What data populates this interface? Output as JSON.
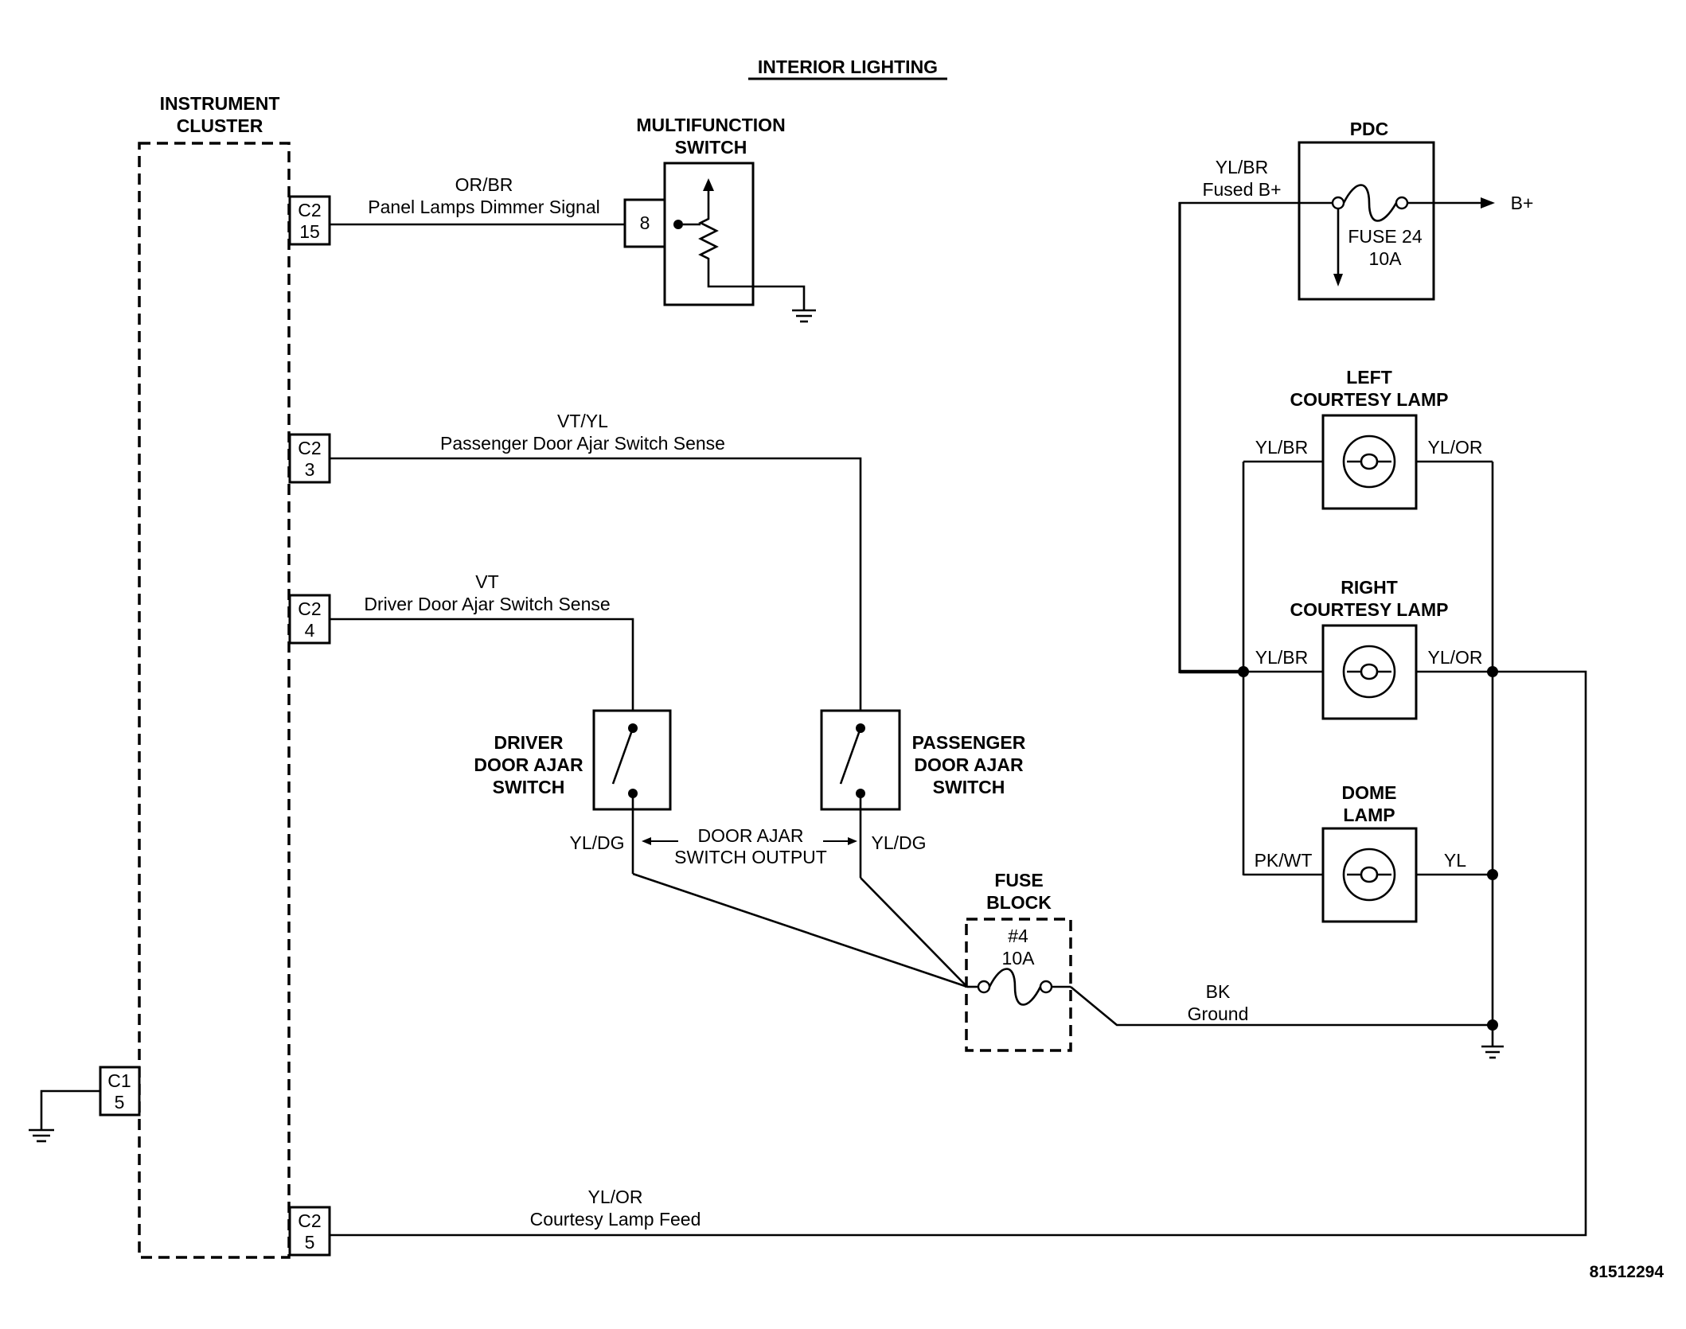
{
  "title": "INTERIOR LIGHTING",
  "diagram_id": "81512294",
  "instrument_cluster": {
    "line1": "INSTRUMENT",
    "line2": "CLUSTER"
  },
  "connectors": {
    "c2_15": {
      "conn": "C2",
      "pin": "15"
    },
    "c2_3": {
      "conn": "C2",
      "pin": "3"
    },
    "c2_4": {
      "conn": "C2",
      "pin": "4"
    },
    "c2_5": {
      "conn": "C2",
      "pin": "5"
    },
    "c1_5": {
      "conn": "C1",
      "pin": "5"
    }
  },
  "wires": {
    "dimmer": {
      "color": "OR/BR",
      "name": "Panel Lamps Dimmer Signal"
    },
    "passenger_sense": {
      "color": "VT/YL",
      "name": "Passenger Door Ajar Switch Sense"
    },
    "driver_sense": {
      "color": "VT",
      "name": "Driver Door Ajar Switch Sense"
    },
    "courtesy_feed": {
      "color": "YL/OR",
      "name": "Courtesy Lamp Feed"
    },
    "fused_b": {
      "color": "YL/BR",
      "name": "Fused B+"
    },
    "ground": {
      "color": "BK",
      "name": "Ground"
    },
    "driver_output_color": "YL/DG",
    "passenger_output_color": "YL/DG",
    "switch_output": {
      "line1": "DOOR AJAR",
      "line2": "SWITCH OUTPUT"
    }
  },
  "multifunction_switch": {
    "line1": "MULTIFUNCTION",
    "line2": "SWITCH",
    "pin": "8"
  },
  "pdc": {
    "title": "PDC",
    "fuse": "FUSE 24",
    "rating": "10A",
    "output": "B+"
  },
  "left_courtesy_lamp": {
    "line1": "LEFT",
    "line2": "COURTESY LAMP",
    "in": "YL/BR",
    "out": "YL/OR"
  },
  "right_courtesy_lamp": {
    "line1": "RIGHT",
    "line2": "COURTESY LAMP",
    "in": "YL/BR",
    "out": "YL/OR"
  },
  "dome_lamp": {
    "line1": "DOME",
    "line2": "LAMP",
    "in": "PK/WT",
    "out": "YL"
  },
  "driver_switch": {
    "line1": "DRIVER",
    "line2": "DOOR AJAR",
    "line3": "SWITCH"
  },
  "passenger_switch": {
    "line1": "PASSENGER",
    "line2": "DOOR AJAR",
    "line3": "SWITCH"
  },
  "fuse_block": {
    "line1": "FUSE",
    "line2": "BLOCK",
    "fuse": "#4",
    "rating": "10A"
  }
}
